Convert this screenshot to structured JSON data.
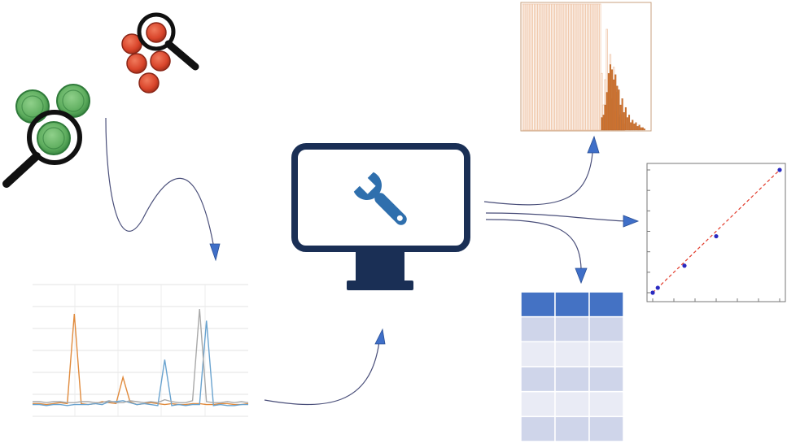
{
  "colors": {
    "background": "#ffffff",
    "cell_green": "#6ab56a",
    "cell_green_edge": "#2f7a3a",
    "cell_red": "#d9452b",
    "cell_red_edge": "#8a2617",
    "magnifier": "#111111",
    "arrow_line": "#4a4f7a",
    "arrow_head": "#3f6fc8",
    "monitor_navy": "#1a2f55",
    "wrench_blue": "#2f6fad",
    "histogram_light": "#f0c9ad",
    "histogram_dark": "#d0732e",
    "histogram_frame": "#c9a27f",
    "trace_orange": "#e08a3c",
    "trace_blue": "#6aa3cf",
    "trace_gray": "#a9a9a9",
    "table_header": "#4472c4",
    "table_row_dark": "#cfd5ea",
    "table_row_light": "#e9ebf5",
    "scatter_point": "#2a2ac0",
    "fit_line": "#e23a2a"
  },
  "icons": {
    "green_cells": "cell-icon",
    "red_cells": "cell-icon",
    "magnifier": "magnifying-glass-icon",
    "computer": "monitor-icon",
    "tool": "wrench-icon"
  },
  "chart_data": [
    {
      "type": "line",
      "series": [
        {
          "values": [
            3,
            3,
            2,
            3,
            4,
            3,
            95,
            3,
            2,
            3,
            5,
            4,
            3,
            30,
            5,
            2,
            3,
            4,
            3,
            2,
            3,
            2,
            2,
            3,
            3,
            2,
            2,
            3,
            3,
            2,
            2,
            3
          ]
        },
        {
          "values": [
            2,
            2,
            1,
            2,
            2,
            1,
            2,
            2,
            2,
            3,
            2,
            5,
            5,
            6,
            4,
            2,
            3,
            2,
            1,
            48,
            1,
            2,
            1,
            2,
            2,
            88,
            1,
            2,
            1,
            1,
            2,
            2
          ]
        },
        {
          "values": [
            5,
            5,
            4,
            5,
            5,
            4,
            4,
            5,
            5,
            4,
            4,
            6,
            4,
            4,
            6,
            5,
            4,
            5,
            4,
            7,
            5,
            4,
            4,
            6,
            100,
            5,
            4,
            4,
            5,
            4,
            5,
            4
          ]
        }
      ]
    },
    {
      "type": "bar",
      "series": [
        {
          "values": [
            100,
            100,
            100,
            100,
            100,
            100,
            100,
            100,
            100,
            100,
            100,
            100,
            100,
            100,
            100,
            100,
            100,
            100,
            100,
            100,
            100,
            100,
            100,
            100,
            100,
            100,
            100,
            100,
            100,
            100,
            100,
            100,
            100,
            100,
            100,
            100,
            100,
            100,
            100,
            100,
            100,
            100,
            100,
            100,
            100,
            100,
            45,
            20,
            40,
            80,
            35,
            60,
            25,
            50,
            15,
            30,
            10,
            12,
            8,
            5
          ]
        },
        {
          "values": [
            0,
            0,
            0,
            0,
            0,
            0,
            0,
            0,
            0,
            0,
            0,
            0,
            0,
            0,
            0,
            0,
            0,
            0,
            0,
            0,
            0,
            0,
            0,
            0,
            0,
            0,
            0,
            0,
            0,
            0,
            0,
            0,
            0,
            0,
            0,
            0,
            0,
            0,
            0,
            0,
            0,
            0,
            0,
            0,
            0,
            0,
            10,
            12,
            20,
            30,
            45,
            52,
            48,
            40,
            44,
            35,
            32,
            20,
            25,
            14,
            18,
            10,
            12,
            6,
            8,
            5,
            6,
            3,
            4,
            2,
            2,
            1
          ]
        }
      ]
    },
    {
      "type": "scatter",
      "series": [
        {
          "x": [
            0,
            0.04,
            0.25,
            0.5,
            1.0
          ],
          "y": [
            0,
            0.04,
            0.22,
            0.46,
            1.0
          ]
        }
      ]
    },
    {
      "type": "table",
      "columns": 3,
      "rows": 6
    }
  ]
}
